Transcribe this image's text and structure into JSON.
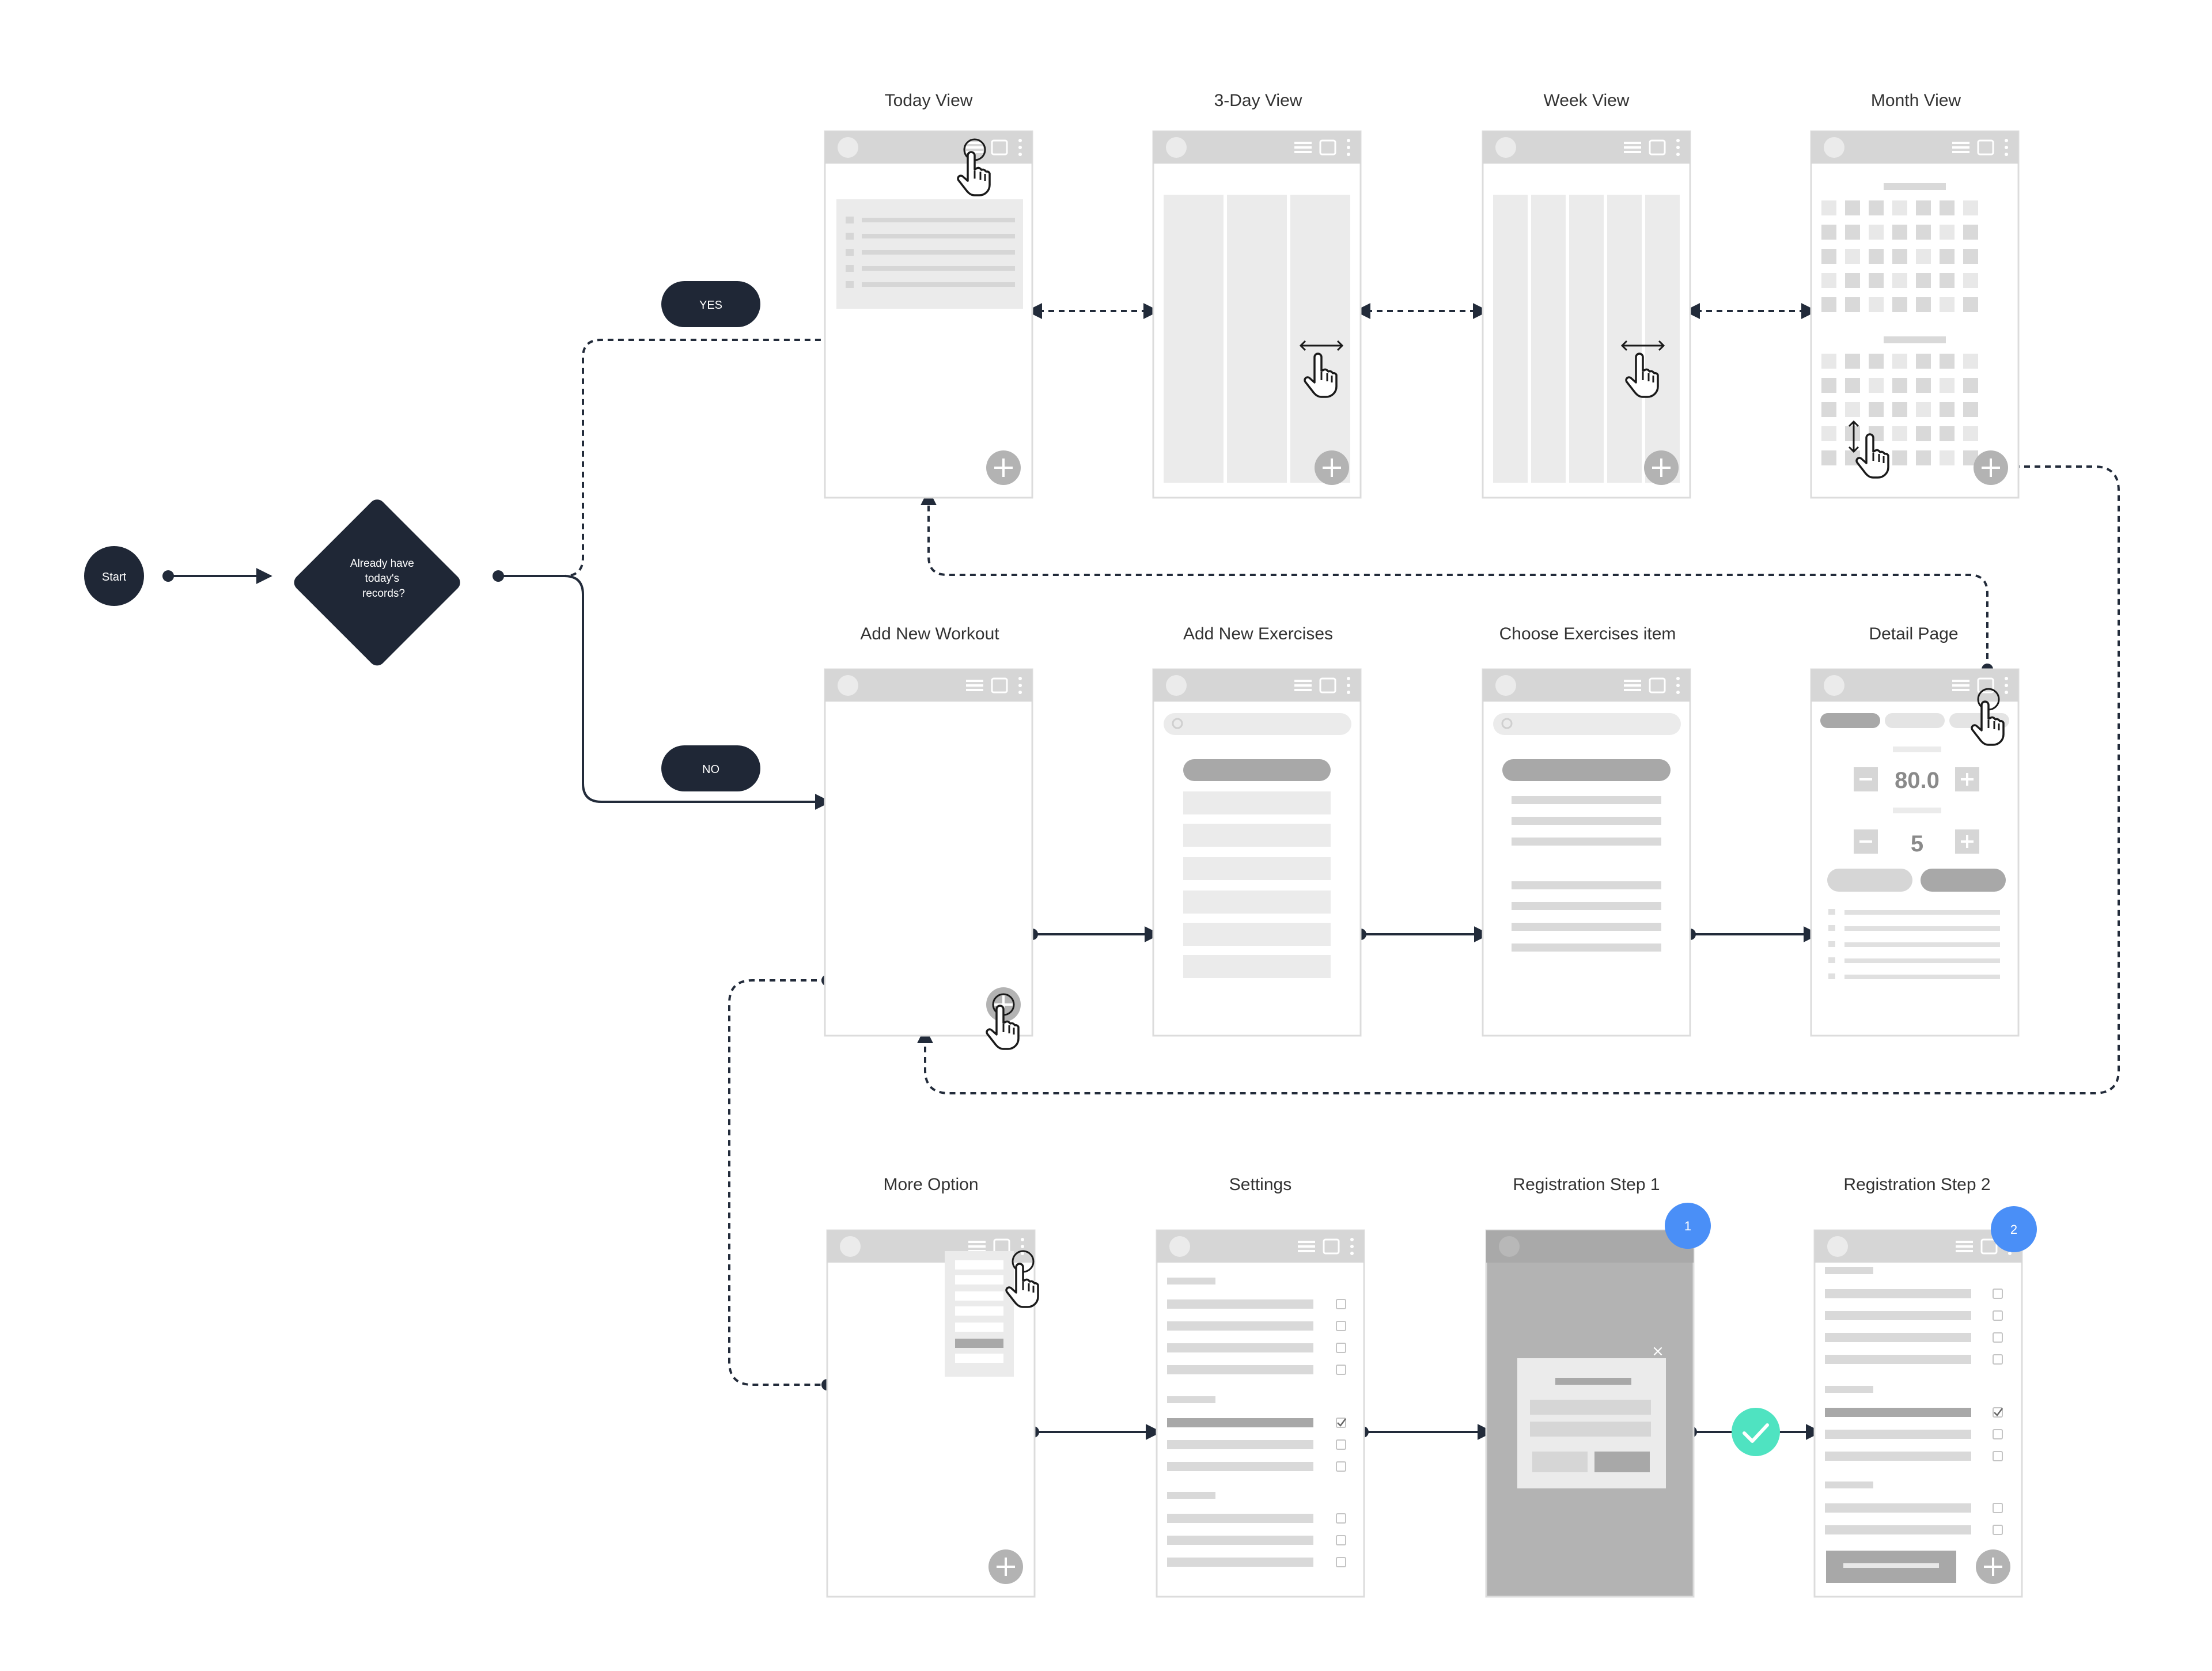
{
  "nodes": {
    "start": "Start",
    "decision": [
      "Already have",
      "today's",
      "records?"
    ],
    "yes": "YES",
    "no": "NO"
  },
  "screens": {
    "today": "Today View",
    "three_day": "3-Day View",
    "week": "Week View",
    "month": "Month View",
    "add_workout": "Add New Workout",
    "add_exercises": "Add New Exercises",
    "choose_item": "Choose Exercises item",
    "detail": "Detail Page",
    "more_option": "More Option",
    "settings": "Settings",
    "reg1": "Registration Step 1",
    "reg2": "Registration Step 2"
  },
  "detail_values": {
    "weight": "80.0",
    "reps": "5"
  },
  "step_badges": {
    "step1": "1",
    "step2": "2"
  },
  "colors": {
    "node_dark": "#1f2736",
    "connector": "#222b3a",
    "badge_blue": "#4a8ff7",
    "success_teal": "#4fe3c1",
    "wireframe_gray": "#d6d6d6"
  },
  "icons": [
    "avatar-icon",
    "menu-icon",
    "calendar-icon",
    "kebab-icon",
    "plus-icon",
    "hand-pointer-icon",
    "swipe-horizontal-icon",
    "swipe-vertical-icon",
    "search-icon",
    "checkbox-icon",
    "close-icon",
    "check-icon"
  ]
}
